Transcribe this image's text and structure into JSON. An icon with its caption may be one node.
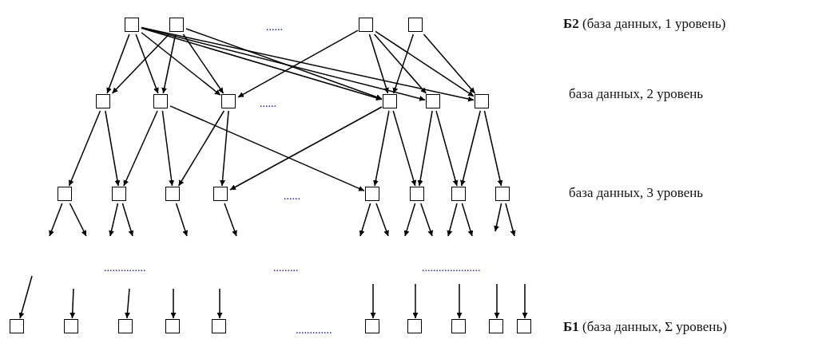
{
  "diagram": {
    "nodes": [
      {
        "text": [],
        "shape": "box"
      },
      {
        "text": [],
        "shape": "box"
      },
      {
        "text": [],
        "shape": "box"
      },
      {
        "text": [],
        "shape": "box"
      },
      {
        "text": [],
        "shape": "box"
      },
      {
        "text": [],
        "shape": "box"
      },
      {
        "text": [],
        "shape": "box"
      },
      {
        "text": [],
        "shape": "box"
      },
      {
        "text": [],
        "shape": "box"
      },
      {
        "text": [],
        "shape": "box"
      },
      {
        "text": [],
        "shape": "box"
      },
      {
        "text": [],
        "shape": "box"
      },
      {
        "text": [],
        "shape": "box"
      },
      {
        "text": [],
        "shape": "box"
      },
      {
        "text": [],
        "shape": "box"
      },
      {
        "text": [],
        "shape": "box"
      },
      {
        "text": [],
        "shape": "box"
      },
      {
        "text": [],
        "shape": "box"
      },
      {
        "text": [],
        "shape": "box"
      },
      {
        "text": [],
        "shape": "box"
      },
      {
        "text": [],
        "shape": "box"
      },
      {
        "text": [],
        "shape": "box"
      },
      {
        "text": [],
        "shape": "box"
      },
      {
        "text": [],
        "shape": "box"
      },
      {
        "text": [],
        "shape": "box"
      },
      {
        "text": [],
        "shape": "box"
      },
      {
        "text": [],
        "shape": "box"
      },
      {
        "text": [],
        "shape": "box"
      }
    ],
    "edges": [
      {
        "from": 0,
        "to": 4,
        "arrow": "to"
      },
      {
        "from": 0,
        "to": 5,
        "arrow": "to"
      },
      {
        "from": 0,
        "to": 6,
        "arrow": "to"
      },
      {
        "from": 0,
        "to": 7,
        "arrow": "to"
      },
      {
        "from": 0,
        "to": 8,
        "arrow": "to"
      },
      {
        "from": 0,
        "to": 9,
        "arrow": "to"
      },
      {
        "from": 1,
        "to": 4,
        "arrow": "to"
      },
      {
        "from": 1,
        "to": 5,
        "arrow": "to"
      },
      {
        "from": 1,
        "to": 6,
        "arrow": "to"
      },
      {
        "from": 1,
        "to": 7,
        "arrow": "to"
      },
      {
        "from": 2,
        "to": 6,
        "arrow": "to"
      },
      {
        "from": 2,
        "to": 7,
        "arrow": "to"
      },
      {
        "from": 2,
        "to": 8,
        "arrow": "to"
      },
      {
        "from": 2,
        "to": 9,
        "arrow": "to"
      },
      {
        "from": 3,
        "to": 7,
        "arrow": "to"
      },
      {
        "from": 3,
        "to": 9,
        "arrow": "to"
      },
      {
        "from": 4,
        "to": 10,
        "arrow": "to"
      },
      {
        "from": 4,
        "to": 11,
        "arrow": "to"
      },
      {
        "from": 5,
        "to": 11,
        "arrow": "to"
      },
      {
        "from": 5,
        "to": 12,
        "arrow": "to"
      },
      {
        "from": 5,
        "to": 14,
        "arrow": "to"
      },
      {
        "from": 6,
        "to": 12,
        "arrow": "to"
      },
      {
        "from": 6,
        "to": 13,
        "arrow": "to"
      },
      {
        "from": 7,
        "to": 13,
        "arrow": "to"
      },
      {
        "from": 7,
        "to": 14,
        "arrow": "to"
      },
      {
        "from": 7,
        "to": 15,
        "arrow": "to"
      },
      {
        "from": 8,
        "to": 15,
        "arrow": "to"
      },
      {
        "from": 8,
        "to": 16,
        "arrow": "to"
      },
      {
        "from": 9,
        "to": 16,
        "arrow": "to"
      },
      {
        "from": 9,
        "to": 17,
        "arrow": "to"
      },
      {
        "from": 10,
        "to": null,
        "arrow": "to"
      },
      {
        "from": 10,
        "to": null,
        "arrow": "to"
      },
      {
        "from": 11,
        "to": null,
        "arrow": "to"
      },
      {
        "from": 11,
        "to": null,
        "arrow": "to"
      },
      {
        "from": 12,
        "to": null,
        "arrow": "to"
      },
      {
        "from": 13,
        "to": null,
        "arrow": "to"
      },
      {
        "from": 14,
        "to": null,
        "arrow": "to"
      },
      {
        "from": 14,
        "to": null,
        "arrow": "to"
      },
      {
        "from": 15,
        "to": null,
        "arrow": "to"
      },
      {
        "from": 15,
        "to": null,
        "arrow": "to"
      },
      {
        "from": 16,
        "to": null,
        "arrow": "to"
      },
      {
        "from": 16,
        "to": null,
        "arrow": "to"
      },
      {
        "from": 17,
        "to": null,
        "arrow": "to"
      },
      {
        "from": 17,
        "to": null,
        "arrow": "to"
      },
      {
        "from": null,
        "to": 18,
        "arrow": "to"
      },
      {
        "from": null,
        "to": 19,
        "arrow": "to"
      },
      {
        "from": null,
        "to": 20,
        "arrow": "to"
      },
      {
        "from": null,
        "to": 21,
        "arrow": "to"
      },
      {
        "from": null,
        "to": 22,
        "arrow": "to"
      },
      {
        "from": null,
        "to": 23,
        "arrow": "to"
      },
      {
        "from": null,
        "to": 24,
        "arrow": "to"
      },
      {
        "from": null,
        "to": 25,
        "arrow": "to"
      },
      {
        "from": null,
        "to": 26,
        "arrow": "to"
      },
      {
        "from": null,
        "to": 27,
        "arrow": "to"
      }
    ],
    "labels": [
      "......",
      "**Б2** (база данных, 1 уровень)",
      "......",
      "база данных, 2 уровень",
      "......",
      "база данных, 3 уровень",
      "...............",
      ".........",
      ".....................",
      "**Б1** (база данных, Σ уровень)",
      "............."
    ]
  }
}
